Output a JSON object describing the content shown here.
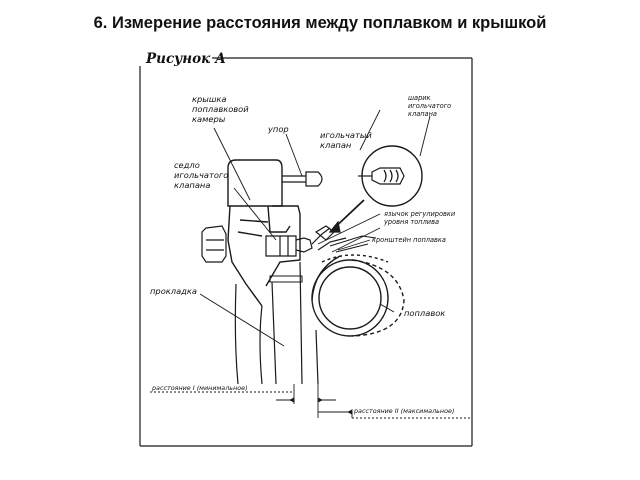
{
  "slide": {
    "title": "6. Измерение расстояния между поплавком и крышкой"
  },
  "diagram": {
    "figure_label": "Рисунок А",
    "labels": {
      "cover": "крышка\nпоплавковой\nкамеры",
      "stop": "упор",
      "needle_valve": "игольчатый\nклапан",
      "needle_ball": "шарик\nигольчатого\nклапана",
      "valve_seat": "седло\nигольчатого\nклапана",
      "tongue": "язычок регулировки\nуровня топлива",
      "bracket": "кронштейн поплавка",
      "gasket": "прокладка",
      "float": "поплавок",
      "distance_min": "расстояние I (минимальное)",
      "distance_max": "расстояние II (максимальное)"
    }
  }
}
